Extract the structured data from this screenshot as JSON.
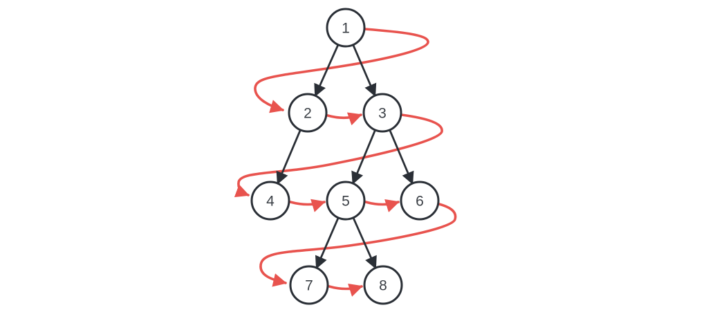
{
  "colors": {
    "background": "#ffffff",
    "node_stroke": "#2a2f36",
    "node_fill": "#ffffff",
    "label": "#3a3f45",
    "tree_edge": "#2a2f36",
    "traversal_arrow": "#e8534e"
  },
  "nodes": [
    {
      "label": "1"
    },
    {
      "label": "2"
    },
    {
      "label": "3"
    },
    {
      "label": "4"
    },
    {
      "label": "5"
    },
    {
      "label": "6"
    },
    {
      "label": "7"
    },
    {
      "label": "8"
    }
  ],
  "tree_edges": [
    {
      "from": "1",
      "to": "2"
    },
    {
      "from": "1",
      "to": "3"
    },
    {
      "from": "2",
      "to": "4"
    },
    {
      "from": "3",
      "to": "5"
    },
    {
      "from": "3",
      "to": "6"
    },
    {
      "from": "5",
      "to": "7"
    },
    {
      "from": "5",
      "to": "8"
    }
  ],
  "traversal_order": [
    "1",
    "2",
    "3",
    "4",
    "5",
    "6",
    "7",
    "8"
  ]
}
